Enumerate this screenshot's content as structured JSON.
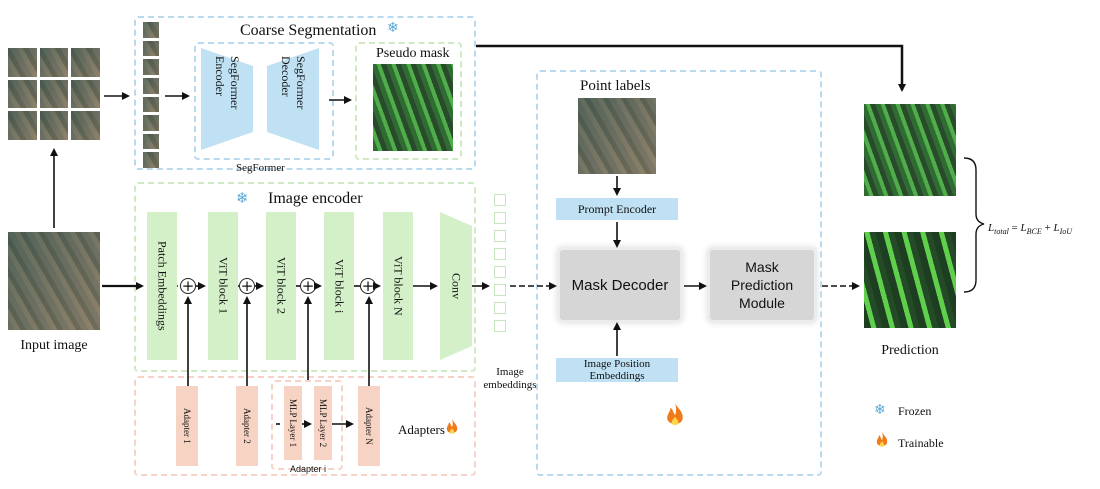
{
  "coarse": {
    "title": "Coarse Segmentation",
    "segformer_encoder": "SegFormer Encoder",
    "segformer_decoder": "SegFormer Decoder",
    "segformer_label": "SegFormer",
    "pseudo_mask": "Pseudo mask"
  },
  "encoder": {
    "title": "Image encoder",
    "blocks": [
      "Patch Embeddings",
      "ViT block 1",
      "ViT block 2",
      "ViT block i",
      "ViT block N",
      "Conv"
    ],
    "adapters": [
      "Adapter 1",
      "Adapter 2",
      "MLP Layer 1",
      "MLP Layer 2",
      "Adapter N"
    ],
    "adapter_i": "Adapter i",
    "adapters_label": "Adapters"
  },
  "input_label": "Input image",
  "embeddings_label": "Image embeddings",
  "decoder": {
    "point_labels": "Point labels",
    "prompt_encoder": "Prompt Encoder",
    "mask_decoder": "Mask Decoder",
    "mask_prediction": "Mask Prediction Module",
    "image_position": "Image Position Embeddings"
  },
  "prediction_label": "Prediction",
  "loss": {
    "L": "L",
    "total_sub": "total",
    "bce_sub": "BCE",
    "iou_sub": "IoU",
    "eq": " = ",
    "plus": " + "
  },
  "legend": {
    "frozen": "Frozen",
    "trainable": "Trainable"
  },
  "icons": {
    "frozen": "snowflake-icon",
    "trainable": "flame-icon"
  },
  "colors": {
    "frozen_blue": "#bfe1f3",
    "trainable_green": "#d3f0c8",
    "adapter_pink": "#f7d3c3",
    "flame": "#f07a1a"
  }
}
